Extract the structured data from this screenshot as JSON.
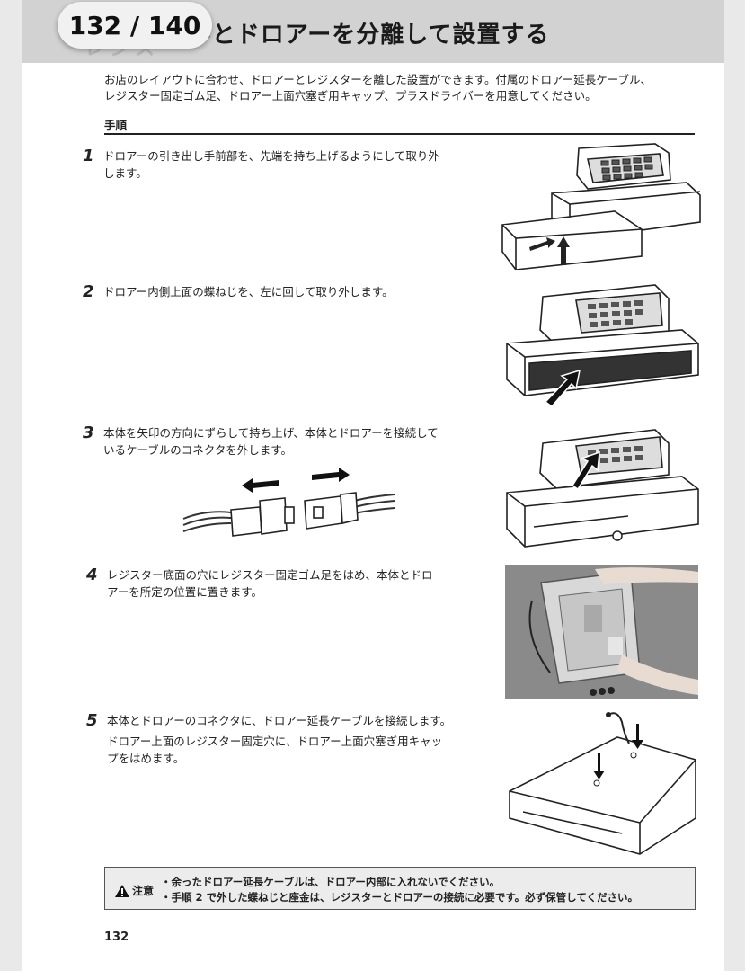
{
  "pager": {
    "label": "132 / 140"
  },
  "header": {
    "ghost_text": "レジス",
    "title": "-とドロアーを分離して設置する"
  },
  "intro": {
    "line1": "お店のレイアウトに合わせ、ドロアーとレジスターを離した設置ができます。付属のドロアー延長ケーブル、",
    "line2": "レジスター固定ゴム足、ドロアー上面穴塞ぎ用キャップ、プラスドライバーを用意してください。"
  },
  "procedure": {
    "label": "手順"
  },
  "steps": [
    {
      "num": "1",
      "lines": [
        "ドロアーの引き出し手前部を、先端を持ち上げるようにして取り外",
        "します。"
      ]
    },
    {
      "num": "2",
      "lines": [
        "ドロアー内側上面の蝶ねじを、左に回して取り外します。"
      ]
    },
    {
      "num": "3",
      "lines": [
        "本体を矢印の方向にずらして持ち上げ、本体とドロアーを接続して",
        "いるケーブルのコネクタを外します。"
      ]
    },
    {
      "num": "4",
      "lines": [
        "レジスター底面の穴にレジスター固定ゴム足をはめ、本体とドロ",
        "アーを所定の位置に置きます。"
      ]
    },
    {
      "num": "5",
      "lines": [
        "本体とドロアーのコネクタに、ドロアー延長ケーブルを接続します。"
      ],
      "sub_lines": [
        "ドロアー上面のレジスター固定穴に、ドロアー上面穴塞ぎ用キャッ",
        "プをはめます。"
      ]
    }
  ],
  "caution": {
    "badge": "注意",
    "items": [
      "・余ったドロアー延長ケーブルは、ドロアー内部に入れないでください。",
      "・手順 2 で外した蝶ねじと座金は、レジスターとドロアーの接続に必要です。必ず保管してください。"
    ]
  },
  "footer": {
    "page_number": "132"
  },
  "colors": {
    "header_band": "#d2d2d2",
    "page_bg": "#ffffff",
    "outer_bg": "#e9e9e9",
    "caution_bg": "#ececec"
  },
  "icons": {
    "caution": "warning-triangle-icon"
  }
}
